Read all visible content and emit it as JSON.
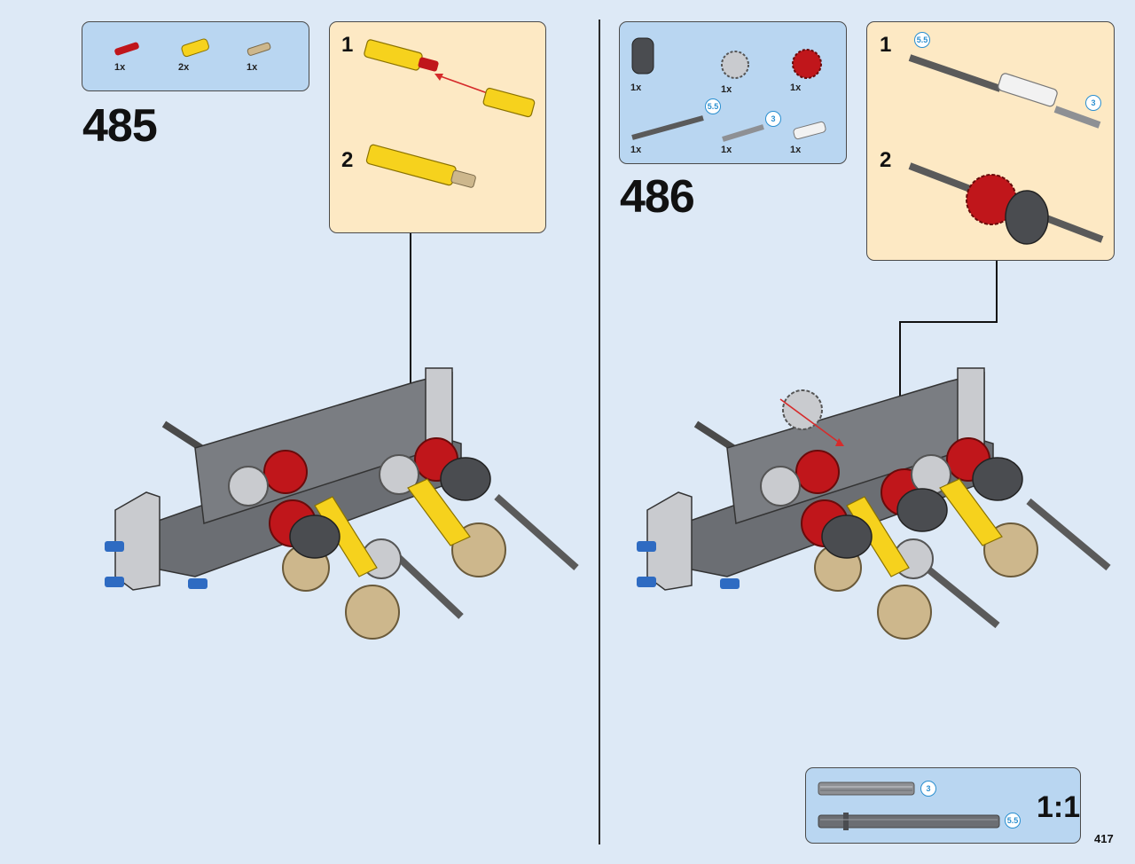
{
  "page": {
    "number": "417"
  },
  "steps": [
    {
      "number": "485",
      "parts": [
        {
          "qty": "1x",
          "icon": "red-axle-pin-icon"
        },
        {
          "qty": "2x",
          "icon": "yellow-axle-connector-icon"
        },
        {
          "qty": "1x",
          "icon": "tan-axle-pin-icon"
        }
      ],
      "substeps": [
        "1",
        "2"
      ]
    },
    {
      "number": "486",
      "parts": [
        {
          "qty": "1x",
          "icon": "dark-gray-clutch-icon"
        },
        {
          "qty": "1x",
          "icon": "gray-gear-icon"
        },
        {
          "qty": "1x",
          "icon": "red-gear-icon"
        },
        {
          "qty": "1x",
          "icon": "axle-length-icon",
          "length": "5.5"
        },
        {
          "qty": "1x",
          "icon": "axle-length-icon",
          "length": "3"
        },
        {
          "qty": "1x",
          "icon": "white-axle-connector-icon"
        }
      ],
      "substeps": [
        "1",
        "2"
      ],
      "sub_lengths": [
        "5.5",
        "3"
      ]
    }
  ],
  "scale_box": {
    "label": "1:1",
    "lengths": [
      "3",
      "5.5"
    ]
  },
  "colors": {
    "background": "#dde9f6",
    "parts_box": "#b9d6f1",
    "subassembly_box": "#fde9c4",
    "length_badge": "#2a8fd0"
  }
}
